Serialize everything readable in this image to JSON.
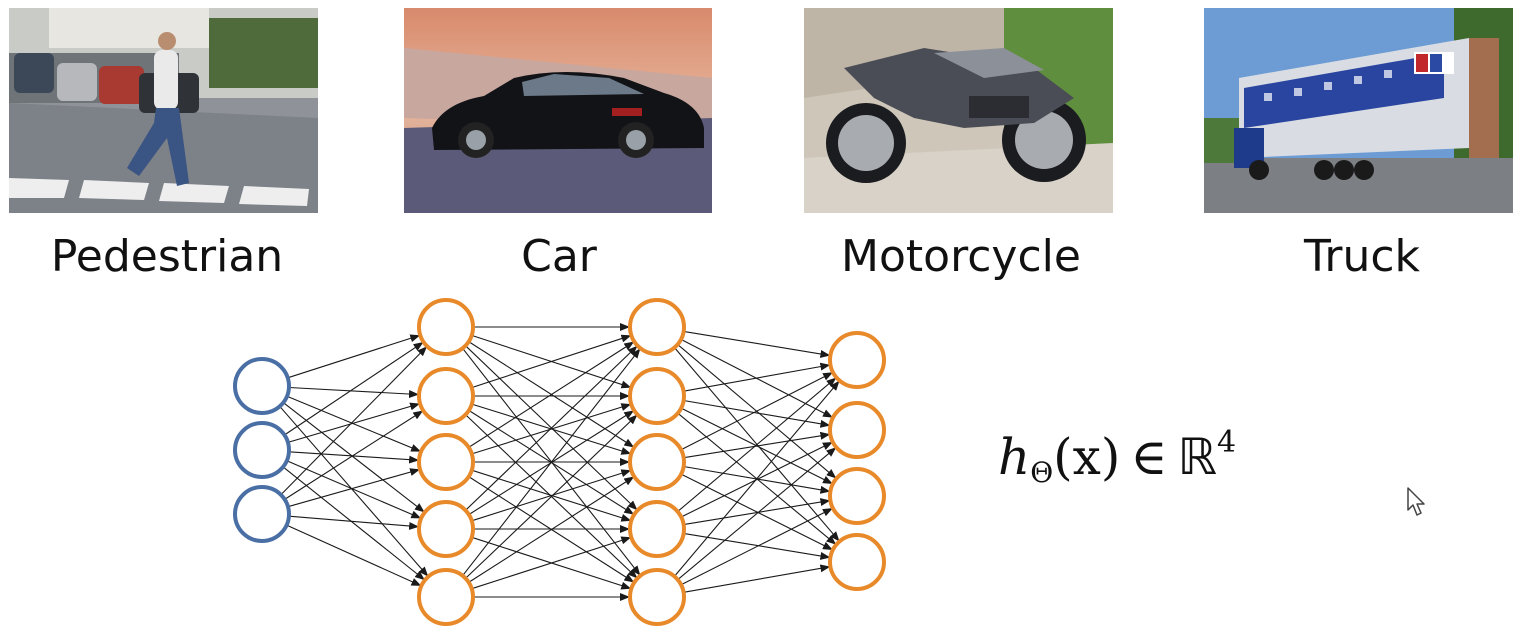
{
  "classes": [
    {
      "id": "pedestrian",
      "label": "Pedestrian"
    },
    {
      "id": "car",
      "label": "Car"
    },
    {
      "id": "motorcycle",
      "label": "Motorcycle"
    },
    {
      "id": "truck",
      "label": "Truck"
    }
  ],
  "network": {
    "layers": [
      {
        "nodes": 3,
        "color": "#4a6fa5"
      },
      {
        "nodes": 5,
        "color": "#e8892a"
      },
      {
        "nodes": 5,
        "color": "#e8892a"
      },
      {
        "nodes": 4,
        "color": "#e8892a"
      }
    ],
    "connectivity": "fully-connected",
    "edge_color": "#1a1a1a"
  },
  "formula": {
    "h": "h",
    "sub": "Θ",
    "arg": "(x)",
    "rel": "∈",
    "set": "ℝ",
    "exp": "4"
  }
}
